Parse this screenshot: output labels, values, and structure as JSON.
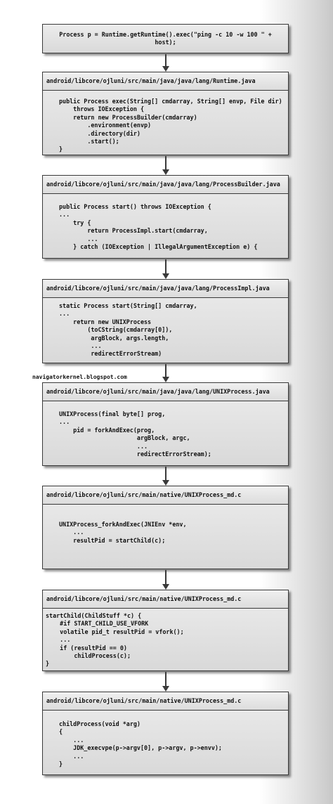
{
  "top": {
    "code": "Process p = Runtime.getRuntime().exec(\"ping -c 10 -w 100 \" +\nhost);"
  },
  "watermark": "navigatorkernel.blogspot.com",
  "boxes": [
    {
      "title": "android/libcore/ojluni/src/main/java/java/lang/Runtime.java",
      "code": "public Process exec(String[] cmdarray, String[] envp, File dir)\n    throws IOException {\n    return new ProcessBuilder(cmdarray)\n        .environment(envp)\n        .directory(dir)\n        .start();\n}"
    },
    {
      "title": "android/libcore/ojluni/src/main/java/java/lang/ProcessBuilder.java",
      "code": "public Process start() throws IOException {\n...\n    try {\n        return ProcessImpl.start(cmdarray,\n        ...\n    } catch (IOException | IllegalArgumentException e) {"
    },
    {
      "title": "android/libcore/ojluni/src/main/java/java/lang/ProcessImpl.java",
      "code": "static Process start(String[] cmdarray,\n...\n    return new UNIXProcess\n        (toCString(cmdarray[0]),\n         argBlock, args.length,\n         ...\n         redirectErrorStream)"
    },
    {
      "title": "android/libcore/ojluni/src/main/java/java/lang/UNIXProcess.java",
      "code": "UNIXProcess(final byte[] prog,\n...\n    pid = forkAndExec(prog,\n                      argBlock, argc,\n                      ...\n                      redirectErrorStream);"
    },
    {
      "title": "android/libcore/ojluni/src/main/native/UNIXProcess_md.c",
      "code": "UNIXProcess_forkAndExec(JNIEnv *env,\n    ...\n    resultPid = startChild(c);"
    },
    {
      "title": "android/libcore/ojluni/src/main/native/UNIXProcess_md.c",
      "code": "startChild(ChildStuff *c) {\n    #if START_CHILD_USE_VFORK\n    volatile pid_t resultPid = vfork();\n    ...\n    if (resultPid == 0)\n        childProcess(c);\n}"
    },
    {
      "title": "android/libcore/ojluni/src/main/native/UNIXProcess_md.c",
      "code": "childProcess(void *arg)\n{\n    ...\n    JDK_execvpe(p->argv[0], p->argv, p->envv);\n    ...\n}"
    }
  ]
}
